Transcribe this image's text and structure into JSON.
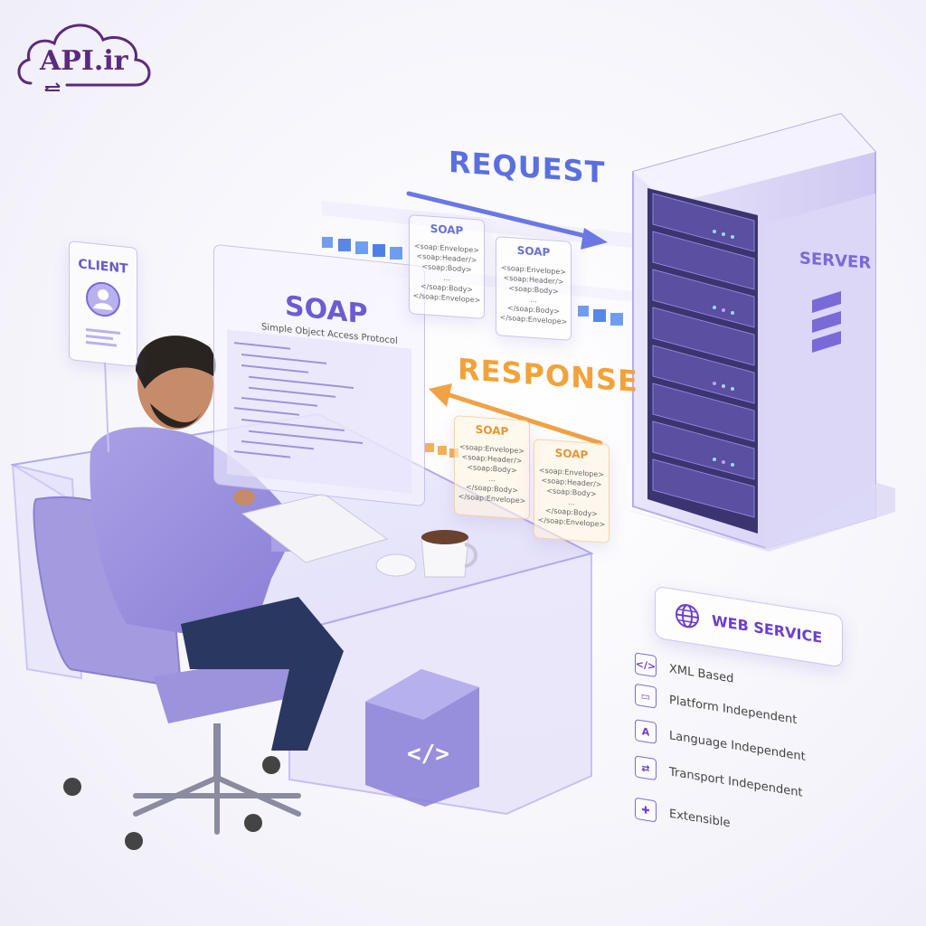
{
  "logo": {
    "text": "API.ir"
  },
  "flow": {
    "request_label": "REQUEST",
    "response_label": "RESPONSE"
  },
  "soap_cards": {
    "request": [
      {
        "title": "SOAP",
        "lines": [
          "<soap:Envelope>",
          "<soap:Header/>",
          "<soap:Body>",
          "...",
          "</soap:Body>",
          "</soap:Envelope>"
        ]
      },
      {
        "title": "SOAP",
        "lines": [
          "<soap:Envelope>",
          "<soap:Header/>",
          "<soap:Body>",
          "...",
          "</soap:Body>",
          "</soap:Envelope>"
        ]
      }
    ],
    "response": [
      {
        "title": "SOAP",
        "lines": [
          "<soap:Envelope>",
          "<soap:Header/>",
          "<soap:Body>",
          "...",
          "</soap:Body>",
          "</soap:Envelope>"
        ]
      },
      {
        "title": "SOAP",
        "lines": [
          "<soap:Envelope>",
          "<soap:Header/>",
          "<soap:Body>",
          "...",
          "</soap:Body>",
          "</soap:Envelope>"
        ]
      }
    ]
  },
  "client": {
    "label": "CLIENT"
  },
  "monitor": {
    "title": "SOAP",
    "subtitle": "Simple Object Access Protocol"
  },
  "server": {
    "label": "SERVER"
  },
  "web_service": {
    "title": "WEB SERVICE",
    "features": [
      {
        "icon": "code-icon",
        "glyph": "</>",
        "text": "XML Based"
      },
      {
        "icon": "devices-icon",
        "glyph": "▭",
        "text": "Platform Independent"
      },
      {
        "icon": "language-icon",
        "glyph": "A",
        "text": "Language Independent"
      },
      {
        "icon": "transport-icon",
        "glyph": "⇄",
        "text": "Transport Independent"
      },
      {
        "icon": "puzzle-icon",
        "glyph": "✚",
        "text": "Extensible"
      }
    ]
  },
  "colors": {
    "brand_purple": "#5b2a7e",
    "request_blue": "#5a6fe0",
    "response_orange": "#f3a23a",
    "accent_violet": "#7a6ad8"
  }
}
